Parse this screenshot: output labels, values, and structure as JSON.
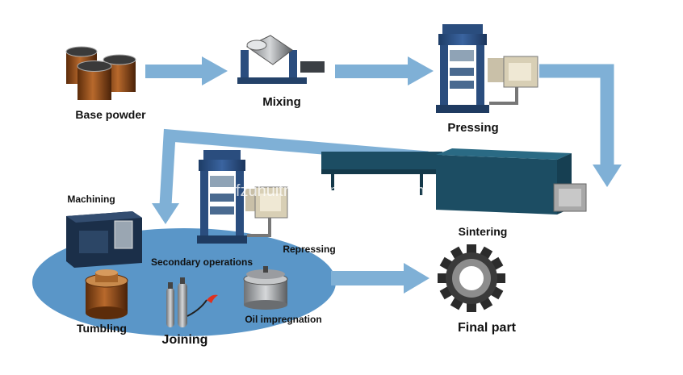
{
  "steps": {
    "base_powder": "Base powder",
    "mixing": "Mixing",
    "pressing": "Pressing",
    "sintering": "Sintering",
    "final_part": "Final part"
  },
  "secondary": {
    "title": "Secondary operations",
    "machining": "Machining",
    "repressing": "Repressing",
    "tumbling": "Tumbling",
    "joining": "Joining",
    "oil_impregnation": "Oil impregnation"
  },
  "watermark": "fzuhuitrade.en.alibaba.com",
  "colors": {
    "arrow": "#7fb0d6",
    "ellipse": "#5a96c8",
    "machine": "#2a4d7e",
    "furnace": "#1c4d63",
    "gear": "#2b2b2b",
    "drum": "#8a4a18"
  }
}
